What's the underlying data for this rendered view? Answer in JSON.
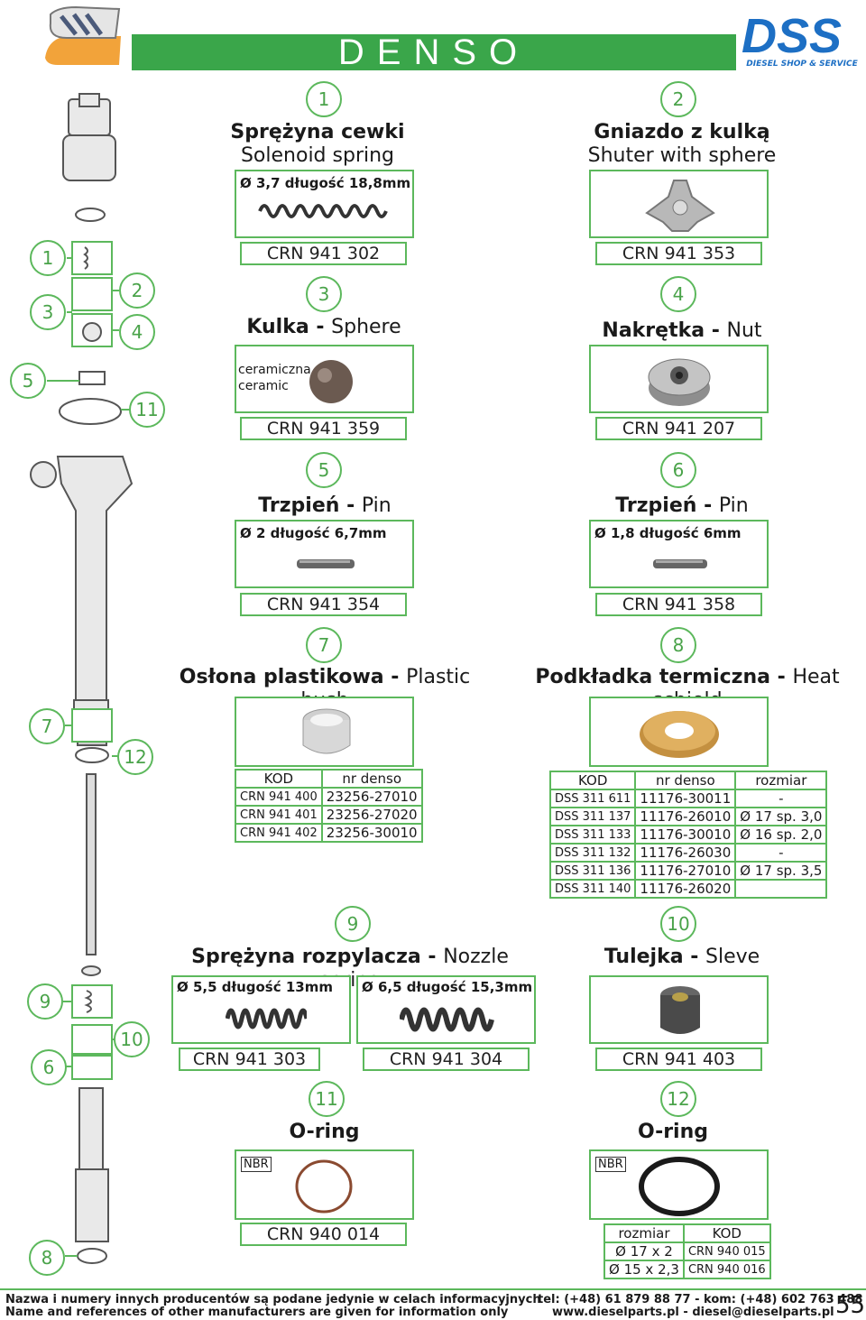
{
  "header": {
    "brand": "DENSO",
    "dss_logo": "DSS",
    "dss_sub": "DIESEL SHOP & SERVICE",
    "brand_color": "#3aa64a",
    "dss_color": "#1d6fc4"
  },
  "diagram_labels": [
    "1",
    "2",
    "3",
    "4",
    "5",
    "11",
    "7",
    "12",
    "9",
    "10",
    "6",
    "8"
  ],
  "parts": {
    "p1": {
      "num": "1",
      "title_pl": "Sprężyna cewki",
      "title_en": "Solenoid spring",
      "spec": "Ø 3,7 długość 18,8mm",
      "code": "CRN 941 302"
    },
    "p2": {
      "num": "2",
      "title_pl": "Gniazdo z kulką",
      "title_en": "Shuter with sphere",
      "code": "CRN 941 353"
    },
    "p3": {
      "num": "3",
      "title_pl": "Kulka",
      "title_en": "Sphere",
      "note1": "ceramiczna",
      "note2": "ceramic",
      "code": "CRN 941 359"
    },
    "p4": {
      "num": "4",
      "title_pl": "Nakrętka",
      "title_en": "Nut",
      "code": "CRN 941 207"
    },
    "p5": {
      "num": "5",
      "title_pl": "Trzpień",
      "title_en": "Pin",
      "spec": "Ø 2 długość 6,7mm",
      "code": "CRN 941 354"
    },
    "p6": {
      "num": "6",
      "title_pl": "Trzpień",
      "title_en": "Pin",
      "spec": "Ø 1,8 długość 6mm",
      "code": "CRN 941 358"
    },
    "p7": {
      "num": "7",
      "title_pl": "Osłona plastikowa",
      "title_en": "Plastic bush",
      "headers": [
        "KOD",
        "nr denso"
      ],
      "rows": [
        [
          "CRN 941 400",
          "23256-27010"
        ],
        [
          "CRN 941 401",
          "23256-27020"
        ],
        [
          "CRN 941 402",
          "23256-30010"
        ]
      ]
    },
    "p8": {
      "num": "8",
      "title_pl": "Podkładka termiczna",
      "title_en": "Heat schield",
      "headers": [
        "KOD",
        "nr denso",
        "rozmiar"
      ],
      "rows": [
        [
          "DSS 311 611",
          "11176-30011",
          "-"
        ],
        [
          "DSS 311 137",
          "11176-26010",
          "Ø 17 sp. 3,0"
        ],
        [
          "DSS 311 133",
          "11176-30010",
          "Ø 16 sp. 2,0"
        ],
        [
          "DSS 311 132",
          "11176-26030",
          "-"
        ],
        [
          "DSS 311 136",
          "11176-27010",
          "Ø 17 sp. 3,5"
        ],
        [
          "DSS 311 140",
          "11176-26020",
          ""
        ]
      ]
    },
    "p9": {
      "num": "9",
      "title_pl": "Sprężyna rozpylacza",
      "title_en": "Nozzle spring",
      "spec_a": "Ø 5,5 długość 13mm",
      "spec_b": "Ø 6,5 długość 15,3mm",
      "code_a": "CRN 941 303",
      "code_b": "CRN 941 304"
    },
    "p10": {
      "num": "10",
      "title_pl": "Tulejka",
      "title_en": "Sleve",
      "code": "CRN 941 403"
    },
    "p11": {
      "num": "11",
      "title": "O-ring",
      "material": "NBR",
      "code": "CRN 940 014"
    },
    "p12": {
      "num": "12",
      "title": "O-ring",
      "material": "NBR",
      "headers": [
        "rozmiar",
        "KOD"
      ],
      "rows": [
        [
          "Ø 17 x 2",
          "CRN 940 015"
        ],
        [
          "Ø 15 x 2,3",
          "CRN 940 016"
        ]
      ]
    }
  },
  "footer": {
    "left1": "Nazwa i numery innych producentów są podane jedynie w celach informacyjnych",
    "left2": "Name and references of other manufacturers are given for information only",
    "right1": "tel: (+48)  61 879 88 77 - kom: (+48) 602 763 488",
    "right2": "www.dieselparts.pl - diesel@dieselparts.pl",
    "page": "55"
  }
}
